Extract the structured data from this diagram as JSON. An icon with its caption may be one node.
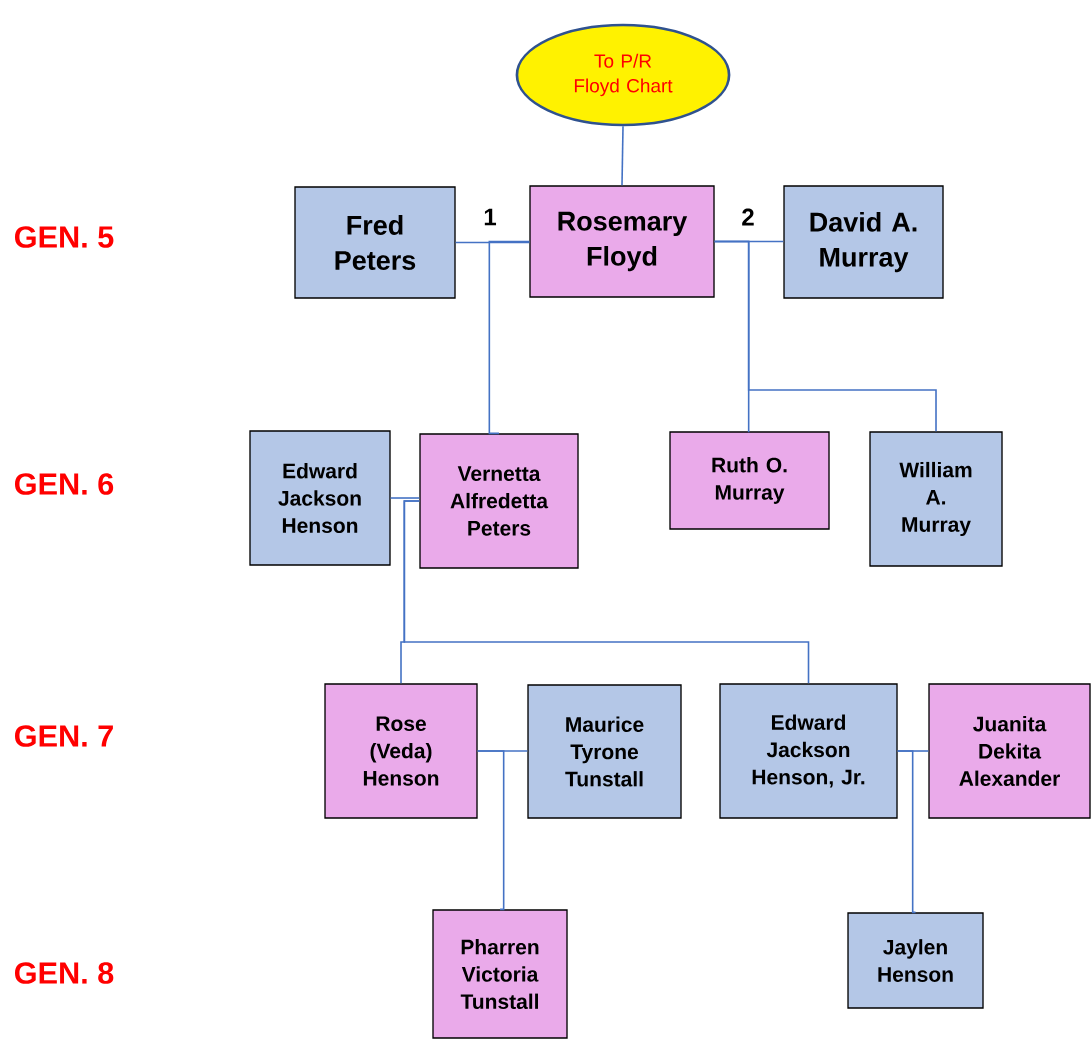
{
  "diagram": {
    "nodes": [
      {
        "text": [
          "To P/R Floyd Chart"
        ]
      },
      {
        "text": [
          "Fred Peters"
        ]
      },
      {
        "text": [
          "Rosemary Floyd"
        ]
      },
      {
        "text": [
          "David A. Murray"
        ]
      },
      {
        "text": [
          "Edward Jackson Henson"
        ]
      },
      {
        "text": [
          "Vernetta Alfredetta Peters"
        ]
      },
      {
        "text": [
          "Ruth O. Murray"
        ]
      },
      {
        "text": [
          "William A. Murray"
        ]
      },
      {
        "text": [
          "Rose (Veda) Henson"
        ]
      },
      {
        "text": [
          "Maurice Tyrone Tunstall"
        ]
      },
      {
        "text": [
          "Edward Jackson Henson, Jr."
        ]
      },
      {
        "text": [
          "Juanita Dekita Alexander"
        ]
      },
      {
        "text": [
          "Pharren Victoria Tunstall"
        ]
      },
      {
        "text": [
          "Jaylen Henson"
        ]
      }
    ],
    "edges": [
      {
        "from": 0,
        "to": 2,
        "arrow": "none"
      },
      {
        "from": 1,
        "to": 2,
        "arrow": "none",
        "label": "1"
      },
      {
        "from": 2,
        "to": 3,
        "arrow": "none",
        "label": "2"
      },
      {
        "from": 2,
        "to": 5,
        "arrow": "none"
      },
      {
        "from": 2,
        "to": 6,
        "arrow": "none"
      },
      {
        "from": 2,
        "to": 7,
        "arrow": "none"
      },
      {
        "from": 4,
        "to": 5,
        "arrow": "none"
      },
      {
        "from": 5,
        "to": 8,
        "arrow": "none"
      },
      {
        "from": 5,
        "to": 10,
        "arrow": "none"
      },
      {
        "from": 8,
        "to": 9,
        "arrow": "none"
      },
      {
        "from": 8,
        "to": 12,
        "arrow": "none"
      },
      {
        "from": 10,
        "to": 11,
        "arrow": "none"
      },
      {
        "from": 10,
        "to": 13,
        "arrow": "none"
      }
    ],
    "labels": [
      "GEN. 5",
      "GEN. 6",
      "GEN. 7",
      "GEN. 8"
    ]
  }
}
